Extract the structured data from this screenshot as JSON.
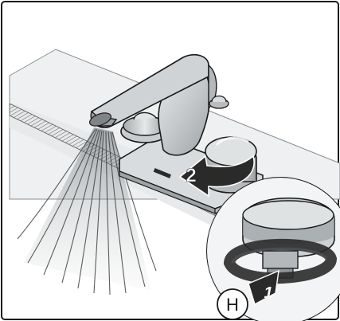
{
  "step_markers": {
    "step1": "1",
    "step2": "2"
  },
  "callout": {
    "label": "H"
  },
  "colors": {
    "background": "#ffffff",
    "panel": "#eef0f1",
    "outline": "#1a1a1a",
    "metal_light": "#d6d9db",
    "metal_mid": "#b8bcbf",
    "metal_dark": "#8e9396",
    "arrow_fill": "#2a2a2a"
  },
  "icons": {
    "step_arrow": "curved-arrow-icon",
    "water_spray": "water-spray-icon"
  }
}
